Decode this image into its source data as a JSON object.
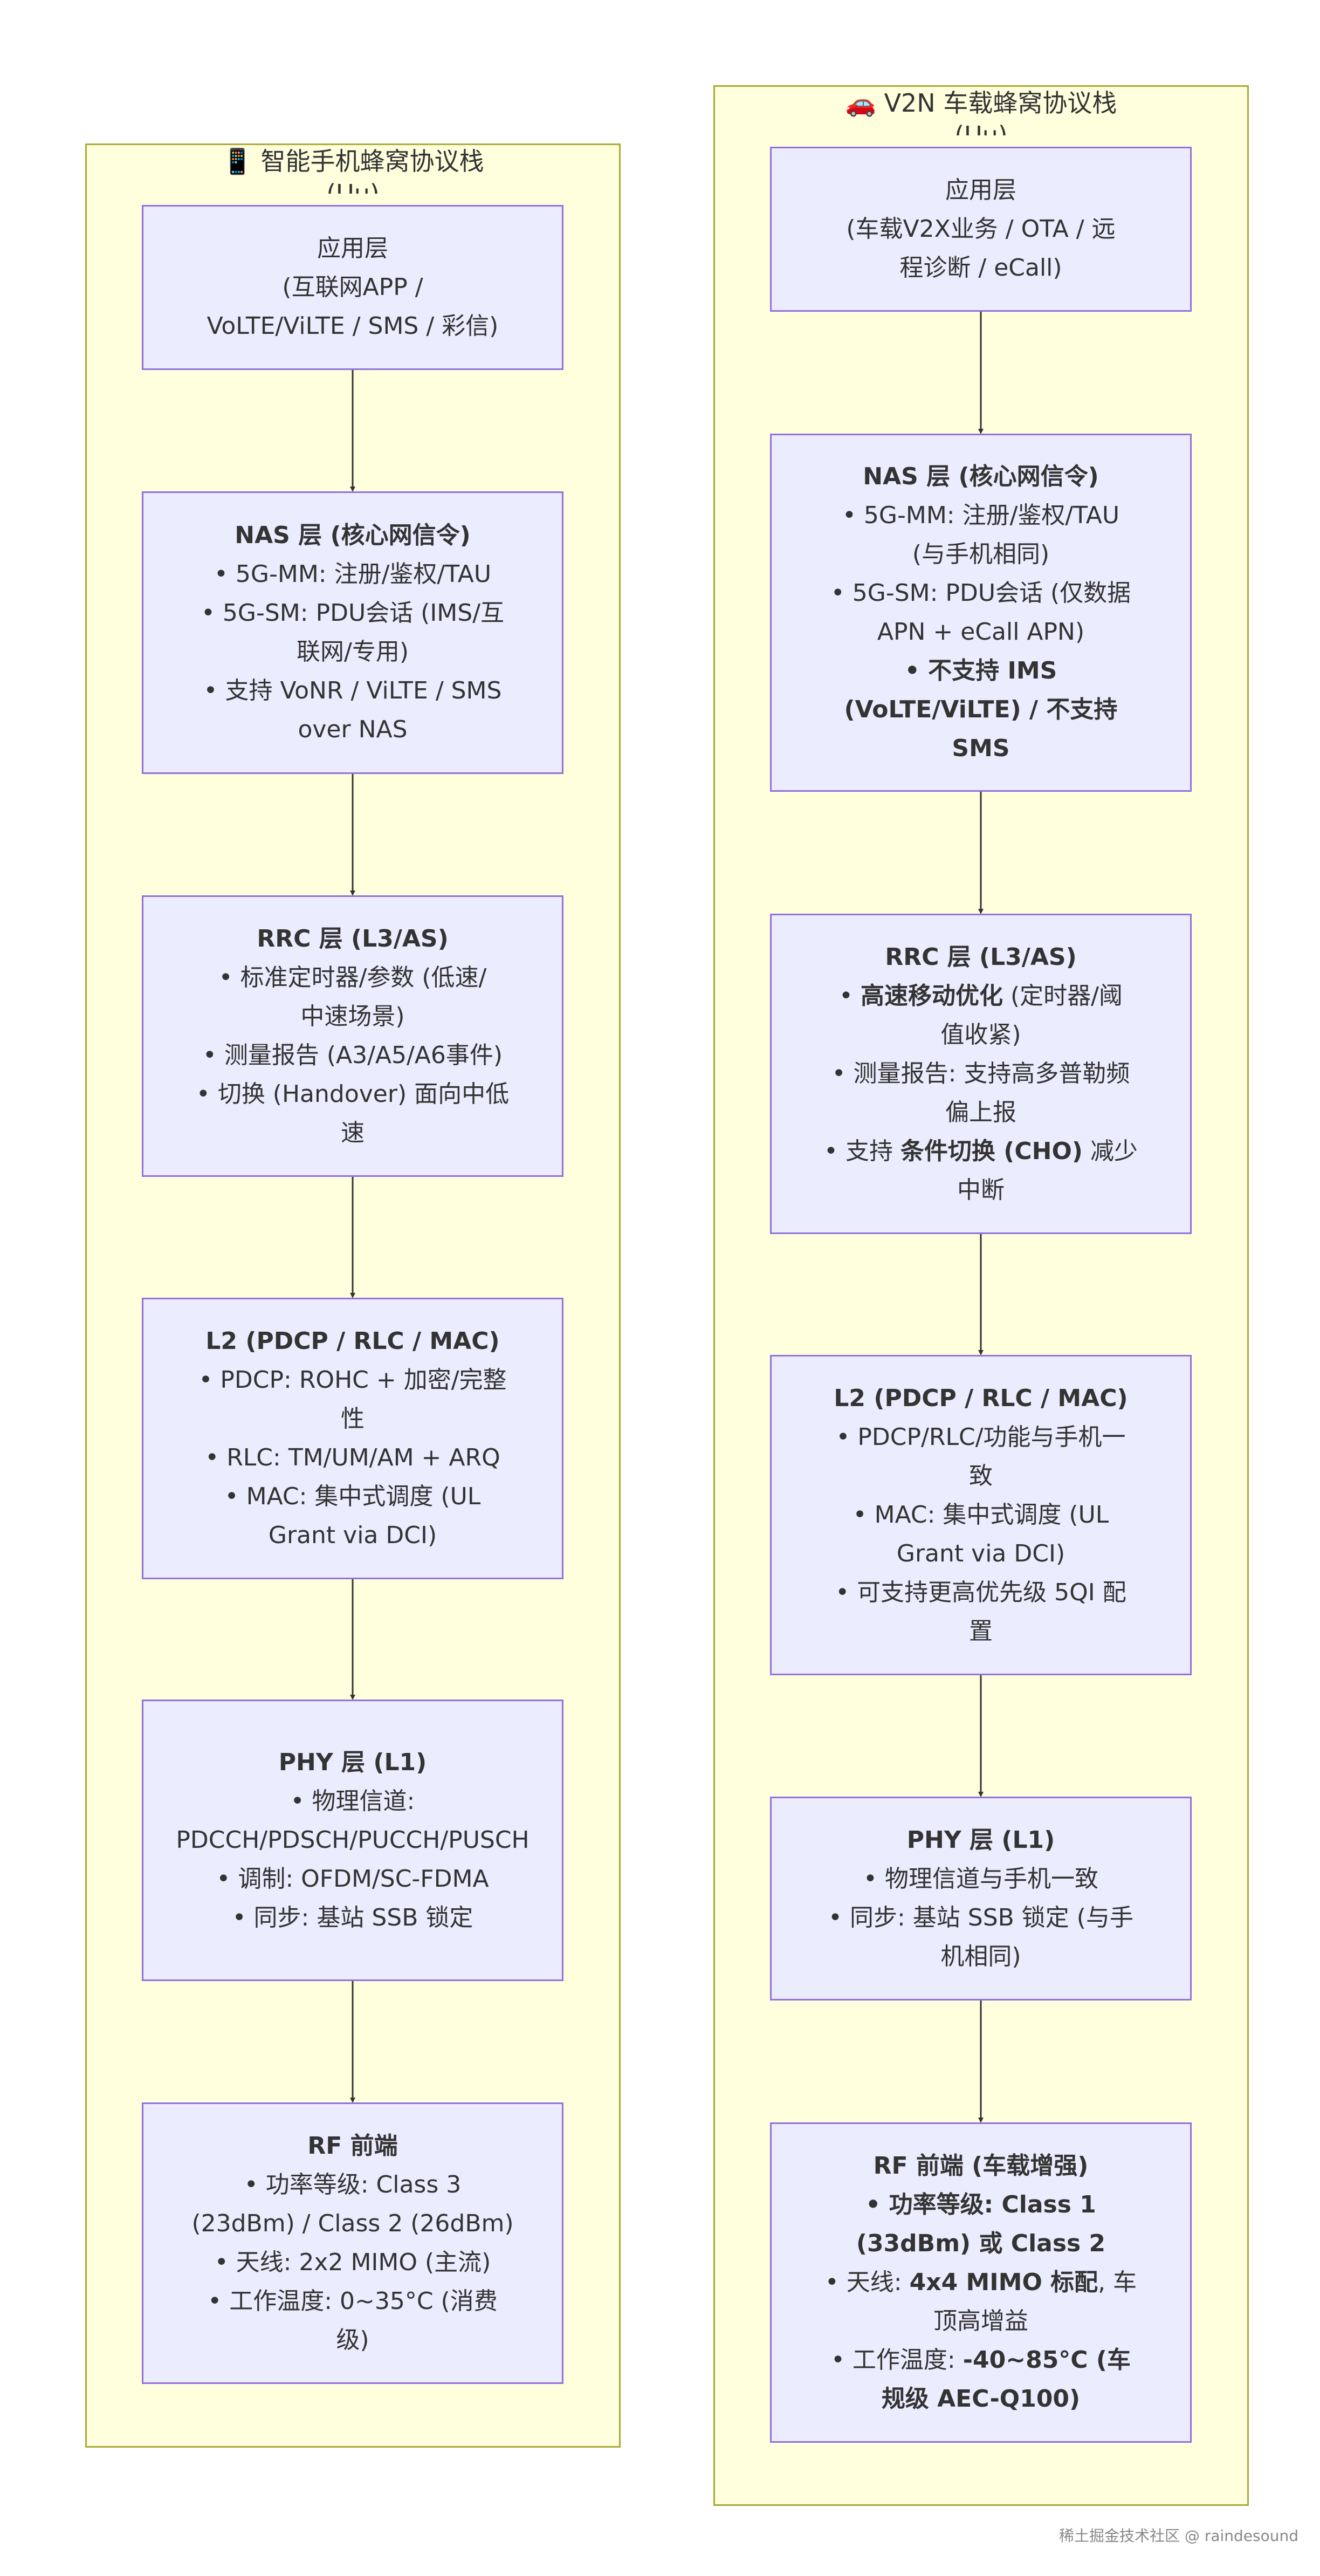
{
  "clusters": {
    "phone": {
      "icon": "📱",
      "title": "智能手机蜂窝协议栈",
      "subtitle": "(Uu)"
    },
    "car": {
      "icon": "🚗",
      "title": "V2N 车载蜂窝协议栈",
      "subtitle": "(Uu)"
    }
  },
  "phone_nodes": [
    {
      "title": "应用层",
      "lines": [
        "(互联网APP /",
        "VoLTE/ViLTE / SMS / 彩信)"
      ]
    },
    {
      "title": "NAS 层 (核心网信令)",
      "lines": [
        "• 5G-MM: 注册/鉴权/TAU",
        "• 5G-SM: PDU会话 (IMS/互",
        "联网/专用)",
        "• 支持 VoNR / ViLTE / SMS",
        "over NAS"
      ]
    },
    {
      "title": "RRC 层 (L3/AS)",
      "lines": [
        "• 标准定时器/参数 (低速/",
        "中速场景)",
        "• 测量报告 (A3/A5/A6事件)",
        "• 切换 (Handover) 面向中低",
        "速"
      ]
    },
    {
      "title": "L2 (PDCP / RLC / MAC)",
      "lines": [
        "• PDCP: ROHC + 加密/完整",
        "性",
        "• RLC: TM/UM/AM + ARQ",
        "• MAC: 集中式调度 (UL",
        "Grant via DCI)"
      ]
    },
    {
      "title": "PHY 层 (L1)",
      "lines": [
        "• 物理信道:",
        "PDCCH/PDSCH/PUCCH/PUSCH",
        "• 调制: OFDM/SC-FDMA",
        "• 同步: 基站 SSB 锁定"
      ]
    },
    {
      "title": "RF 前端",
      "lines": [
        "• 功率等级: Class 3",
        "(23dBm) / Class 2 (26dBm)",
        "• 天线: 2x2 MIMO (主流)",
        "• 工作温度: 0~35°C (消费",
        "级)"
      ]
    }
  ],
  "car_nodes": [
    {
      "title": "应用层",
      "lines": [
        "(车载V2X业务 / OTA / 远",
        "程诊断 / eCall)"
      ]
    },
    {
      "title": "NAS 层 (核心网信令)",
      "lines": [
        "• 5G-MM: 注册/鉴权/TAU",
        "(与手机相同)",
        "• 5G-SM: PDU会话 (仅数据",
        "APN + eCall APN)",
        "• 不支持 IMS",
        "(VoLTE/ViLTE) / 不支持",
        "SMS"
      ]
    },
    {
      "title": "RRC 层 (L3/AS)",
      "lines": [
        "• 高速移动优化 (定时器/阈",
        "值收紧)",
        "• 测量报告: 支持高多普勒频",
        "偏上报",
        "• 支持 条件切换 (CHO) 减少",
        "中断"
      ]
    },
    {
      "title": "L2 (PDCP / RLC / MAC)",
      "lines": [
        "• PDCP/RLC/功能与手机一",
        "致",
        "• MAC: 集中式调度 (UL",
        "Grant via DCI)",
        "• 可支持更高优先级 5QI 配",
        "置"
      ]
    },
    {
      "title": "PHY 层 (L1)",
      "lines": [
        "• 物理信道与手机一致",
        "• 同步: 基站 SSB 锁定 (与手",
        "机相同)"
      ]
    },
    {
      "title": "RF 前端 (车载增强)",
      "lines": [
        "• 功率等级: Class 1",
        "(33dBm) 或 Class 2",
        "• 天线: 4x4 MIMO 标配, 车",
        "顶高增益",
        "• 工作温度: -40~85°C (车",
        "规级 AEC-Q100)"
      ]
    }
  ],
  "footer": "稀土掘金技术社区 @ raindesound"
}
